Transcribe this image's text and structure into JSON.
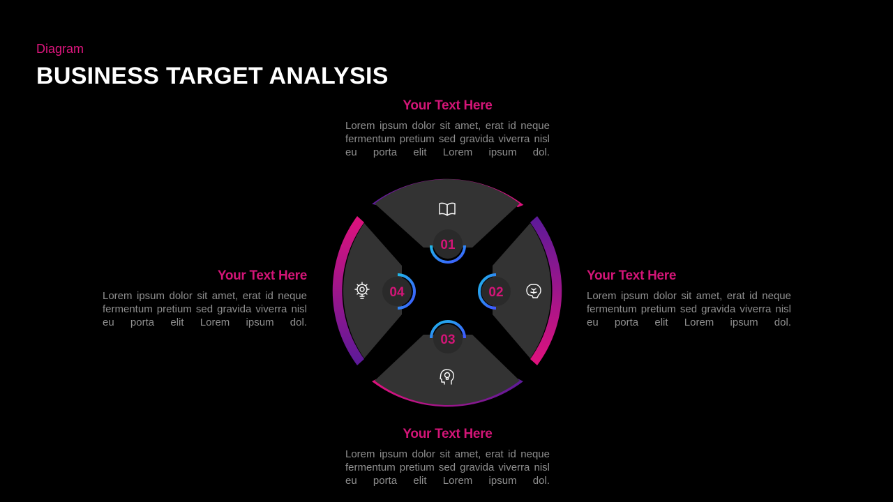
{
  "header": {
    "kicker": "Diagram",
    "title": "BUSINESS TARGET ANALYSIS"
  },
  "colors": {
    "background": "#000000",
    "accent_pink": "#e0167f",
    "accent_purple": "#6a1b9a",
    "accent_blue": "#2f6bff",
    "accent_cyan": "#1fb8e8",
    "segment_fill": "#333333",
    "body_text": "#8f8f8f"
  },
  "segments": [
    {
      "number": "01",
      "icon": "open-book-icon"
    },
    {
      "number": "02",
      "icon": "brain-icon"
    },
    {
      "number": "03",
      "icon": "head-lightbulb-icon"
    },
    {
      "number": "04",
      "icon": "gear-lightbulb-icon"
    }
  ],
  "blocks": {
    "top": {
      "heading": "Your Text Here",
      "body": "Lorem ipsum dolor sit amet, erat id neque fermentum pretium sed gravida viverra nisl eu porta elit Lorem ipsum dol."
    },
    "right": {
      "heading": "Your Text Here",
      "body": "Lorem ipsum dolor sit amet, erat id neque fermentum pretium sed gravida viverra nisl eu porta elit Lorem ipsum dol."
    },
    "bottom": {
      "heading": "Your Text Here",
      "body": "Lorem ipsum dolor sit amet, erat id neque fermentum pretium sed gravida viverra nisl eu porta elit Lorem ipsum dol."
    },
    "left": {
      "heading": "Your Text Here",
      "body": "Lorem ipsum dolor sit amet, erat id neque fermentum pretium sed gravida viverra nisl eu porta elit Lorem ipsum dol."
    }
  }
}
